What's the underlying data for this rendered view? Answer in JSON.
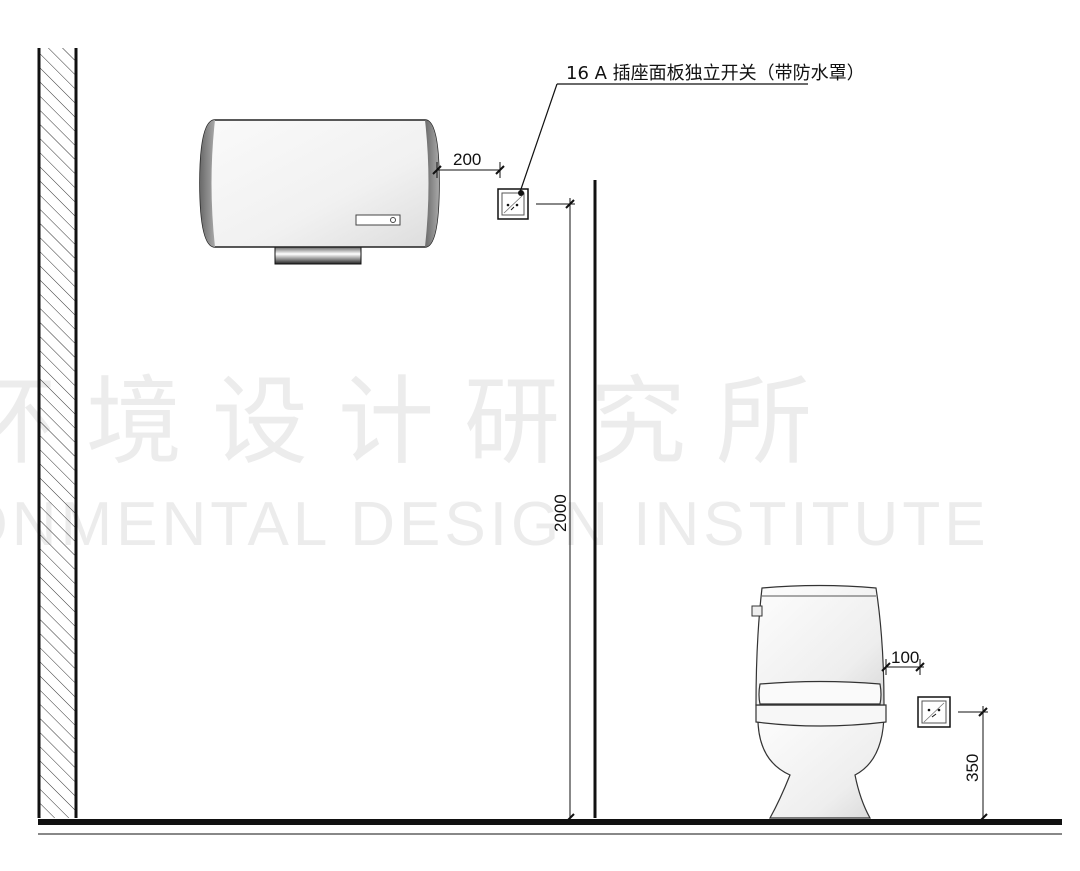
{
  "callout": {
    "label": "16 A 插座面板独立开关（带防水罩）"
  },
  "dimensions": {
    "heater_to_socket": "200",
    "socket_height_upper": "2000",
    "toilet_to_socket": "100",
    "socket_height_lower": "350"
  },
  "watermark": {
    "cn": "环境设计研究所",
    "en": "ENVIRONMENTAL DESIGN INSTITUTE"
  },
  "colors": {
    "line": "#111111",
    "hatch": "#333333",
    "watermark": "#ececec",
    "fixture_fill": "#f4f4f4",
    "heater_cap": "#888888"
  }
}
